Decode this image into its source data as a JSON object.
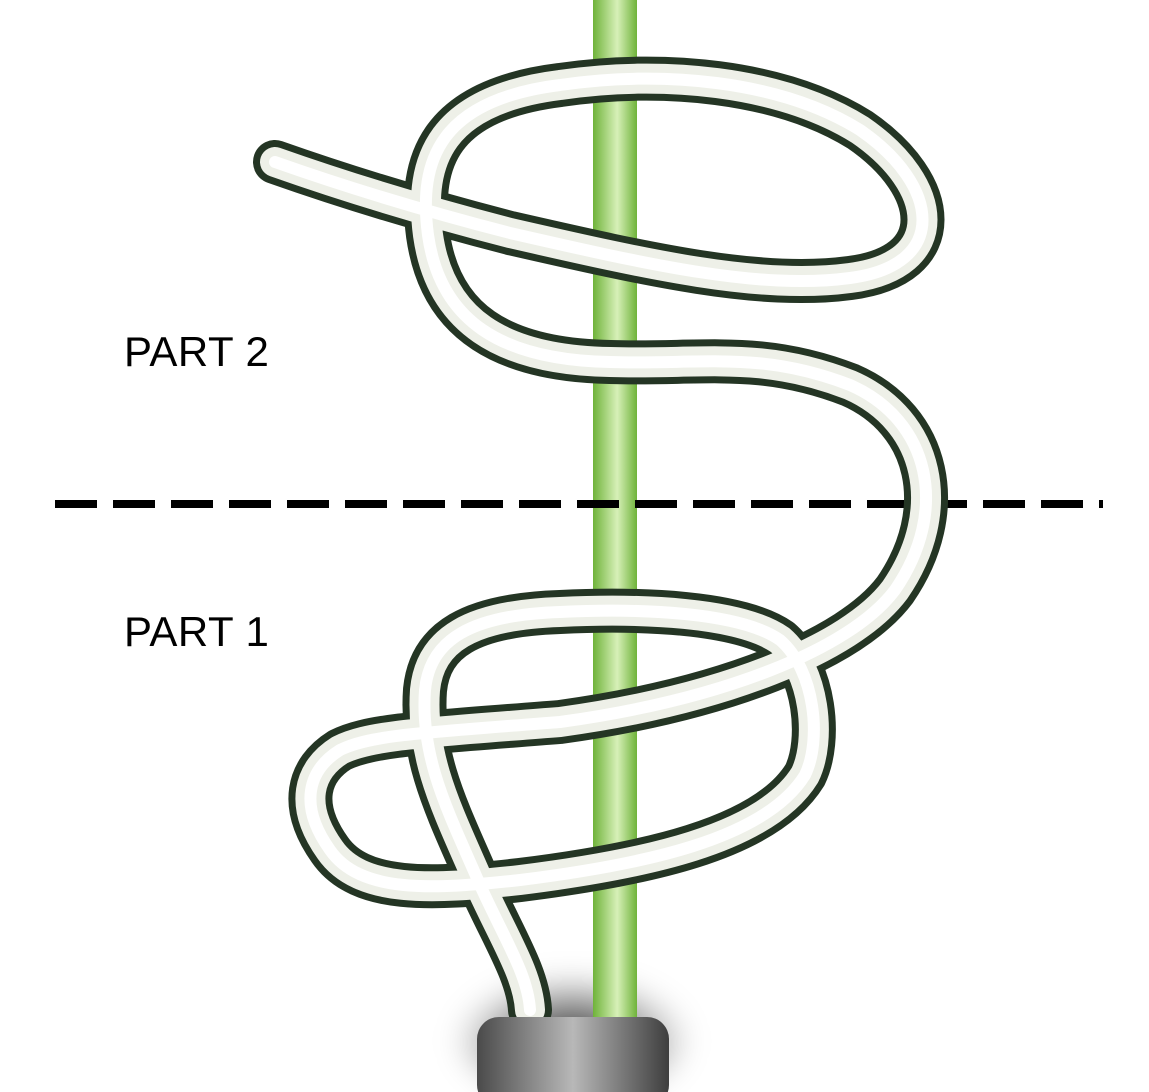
{
  "labels": {
    "part2": "PART 2",
    "part1": "PART 1"
  },
  "colors": {
    "background": "#ffffff",
    "line_green": "#7cc142",
    "line_green_highlight": "#d7f0b8",
    "cord_dark": "#243524",
    "cord_light": "#ffffff",
    "divider": "#000000",
    "base_dark": "#4a4a4a",
    "base_light": "#b4b4b4"
  },
  "icons": {
    "line": "green-fishing-line",
    "cord": "knot-cord",
    "divider": "dashed-divider-line",
    "base": "rod-guide-base"
  }
}
